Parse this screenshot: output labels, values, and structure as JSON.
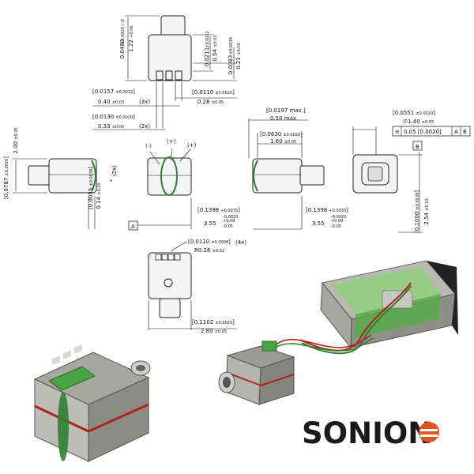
{
  "dimensions": {
    "top_height_in": "0.0480",
    "top_height_in_tol": "+0.0024 / -0",
    "top_height_mm": "1.22",
    "top_height_mm_tol": "+0.06",
    "top_w1_in": "0.0211",
    "top_w1_in_tol": "±0.0012",
    "top_w1_mm": "0.54",
    "top_w1_mm_tol": "±0.03",
    "top_w2_in": "0.0083",
    "top_w2_in_tol": "±0.0039",
    "top_w2_mm": "0.21",
    "top_w2_mm_tol": "±0.10",
    "pad_pitch_in": "0.0157",
    "pad_pitch_in_tol": "±0.0012",
    "pad_pitch_mm": "0.40",
    "pad_pitch_mm_tol": "±0.03",
    "pad_pitch_count": "(3x)",
    "pad_w_in": "0.0110",
    "pad_w_in_tol": "±0.0020",
    "pad_w_mm": "0.28",
    "pad_w_mm_tol": "±0.05",
    "pad_gap_in": "0.0130",
    "pad_gap_in_tol": "±0.0020",
    "pad_gap_mm": "0.33",
    "pad_gap_mm_tol": "±0.05",
    "pad_gap_count": "(2x)",
    "left_height_in": "0.0787",
    "left_height_in_tol": "±0.0020",
    "left_height_mm": "2.00",
    "left_height_mm_tol": "±0.05",
    "lead_in": "0.0055",
    "lead_in_tol": "±0.0039",
    "lead_mm": "0.14",
    "lead_mm_tol": "±0.10",
    "lead_count": "(2x)",
    "lead_star": "*",
    "polarity_minus": "(-)",
    "polarity_plus1": "(+)",
    "polarity_plus2": "(+)",
    "datum_a": "A",
    "len_in": "0.1398",
    "len_in_tol_up": "+0.0035",
    "len_in_tol_dn": "-0.0020",
    "len_mm": "3.55",
    "len_mm_tol_up": "+0.09",
    "len_mm_tol_dn": "-0.05",
    "max_in": "0.0197 max.",
    "max_mm": "0.50 max.",
    "side_w_in": "0.0630",
    "side_w_in_tol": "±0.0020",
    "side_w_mm": "1.60",
    "side_w_mm_tol": "±0.05",
    "port_d_in": "0.0551",
    "port_d_in_tol": "±0.0020",
    "port_d_mm": "∅1.40",
    "port_d_mm_tol": "±0.05",
    "gdt_symbol": "≡",
    "gdt_value": "0.05 [0.0020]",
    "gdt_ref_a": "A",
    "gdt_ref_b": "B",
    "datum_b": "B",
    "end_h_in": "0.1000",
    "end_h_in_tol": "±0.0039",
    "end_h_mm": "2.54",
    "end_h_mm_tol": "±0.10",
    "radius_in": "0.0110",
    "radius_in_tol": "±0.0008",
    "radius_mm": "R0.28",
    "radius_mm_tol": "±0.02",
    "radius_count": "(4x)",
    "bottom_w_in": "0.1102",
    "bottom_w_in_tol": "±0.0020",
    "bottom_w_mm": "2.80",
    "bottom_w_mm_tol": "±0.05"
  },
  "logo": {
    "text": "SONION"
  },
  "colors": {
    "body_green": "#3f8f3a",
    "light_green": "#8fd07a",
    "body_grey": "#9c9c98",
    "red_edge": "#b0231a",
    "pcb_green": "#48a445",
    "logo_orange": "#e0541f"
  }
}
